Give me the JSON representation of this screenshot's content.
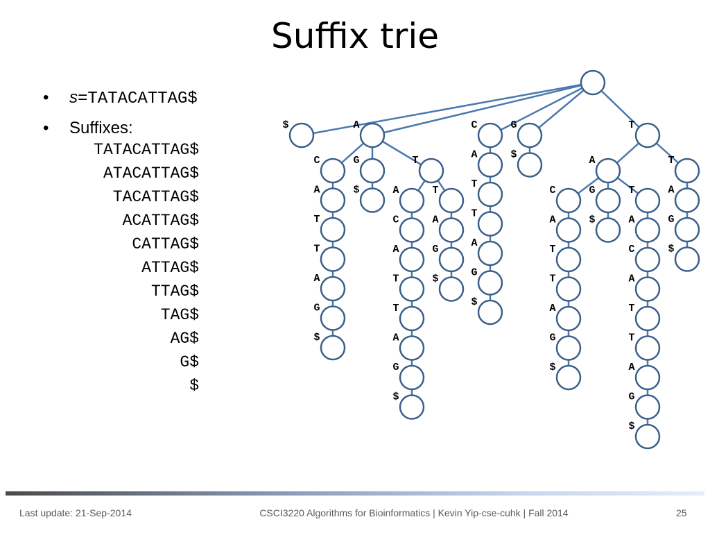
{
  "slide": {
    "title": "Suffix trie",
    "bullet_char": "•",
    "s_var": "s",
    "s_eq": "=TATACATTAG$",
    "suffixes_label": "Suffixes:",
    "suffixes": [
      "TATACATTAG$",
      "ATACATTAG$",
      "TACATTAG$",
      "ACATTAG$",
      "CATTAG$",
      "ATTAG$",
      "TTAG$",
      "TAG$",
      "AG$",
      "G$",
      "$"
    ]
  },
  "trie": {
    "edge_color": "#4a78b0",
    "node_color": "#3b5f8a",
    "branches": [
      {
        "label": "$",
        "chain": []
      },
      {
        "label": "A",
        "children": [
          {
            "label": "C",
            "chain": [
              "A",
              "T",
              "T",
              "A",
              "G",
              "$"
            ]
          },
          {
            "label": "G",
            "chain": [
              "$"
            ]
          },
          {
            "label": "T",
            "children": [
              {
                "label": "A",
                "chain": [
                  "C",
                  "A",
                  "T",
                  "T",
                  "A",
                  "G",
                  "$"
                ]
              },
              {
                "label": "T",
                "chain": [
                  "A",
                  "G",
                  "$"
                ]
              }
            ]
          }
        ]
      },
      {
        "label": "C",
        "chain": [
          "A",
          "T",
          "T",
          "A",
          "G",
          "$"
        ]
      },
      {
        "label": "G",
        "chain": [
          "$"
        ]
      },
      {
        "label": "T",
        "children": [
          {
            "label": "A",
            "children": [
              {
                "label": "C",
                "chain": [
                  "A",
                  "T",
                  "T",
                  "A",
                  "G",
                  "$"
                ]
              },
              {
                "label": "G",
                "chain": [
                  "$"
                ]
              },
              {
                "label": "T",
                "chain": [
                  "A",
                  "C",
                  "A",
                  "T",
                  "T",
                  "A",
                  "G",
                  "$"
                ]
              }
            ]
          },
          {
            "label": "T",
            "chain": [
              "A",
              "G",
              "$"
            ]
          }
        ]
      }
    ]
  },
  "footer": {
    "last_update": "Last update: 21-Sep-2014",
    "course": "CSCI3220 Algorithms for Bioinformatics |  Kevin Yip-cse-cuhk | Fall 2014",
    "page": "25"
  }
}
